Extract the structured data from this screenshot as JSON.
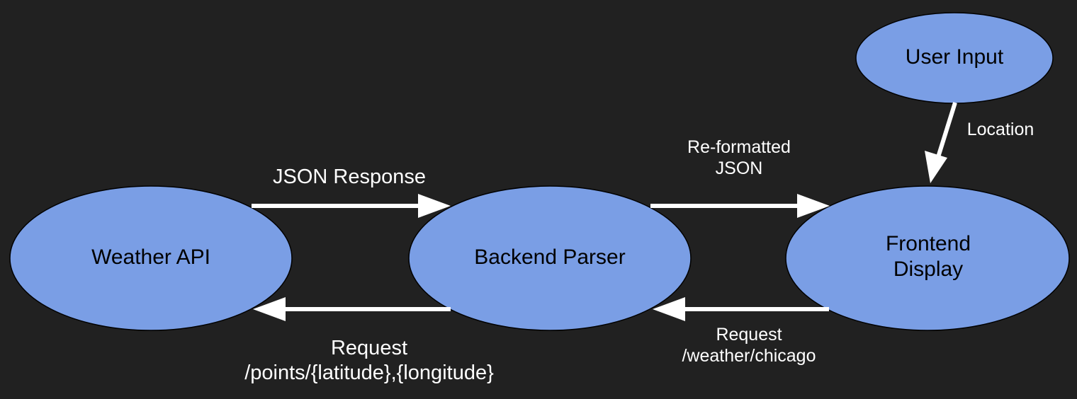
{
  "colors": {
    "background": "#212121",
    "node_fill": "#7a9ee5",
    "node_stroke": "#000000",
    "arrow": "#ffffff",
    "node_text": "#000000",
    "edge_text": "#ffffff"
  },
  "nodes": {
    "weather_api": {
      "label": "Weather API"
    },
    "backend_parser": {
      "label": "Backend Parser"
    },
    "frontend_display": {
      "label_line1": "Frontend",
      "label_line2": "Display"
    },
    "user_input": {
      "label": "User Input"
    }
  },
  "edges": {
    "json_response": {
      "label": "JSON Response"
    },
    "request_points": {
      "label_line1": "Request",
      "label_line2": "/points/{latitude},{longitude}"
    },
    "reformatted_json": {
      "label_line1": "Re-formatted",
      "label_line2": "JSON"
    },
    "request_weather": {
      "label_line1": "Request",
      "label_line2": "/weather/chicago"
    },
    "location": {
      "label": "Location"
    }
  }
}
